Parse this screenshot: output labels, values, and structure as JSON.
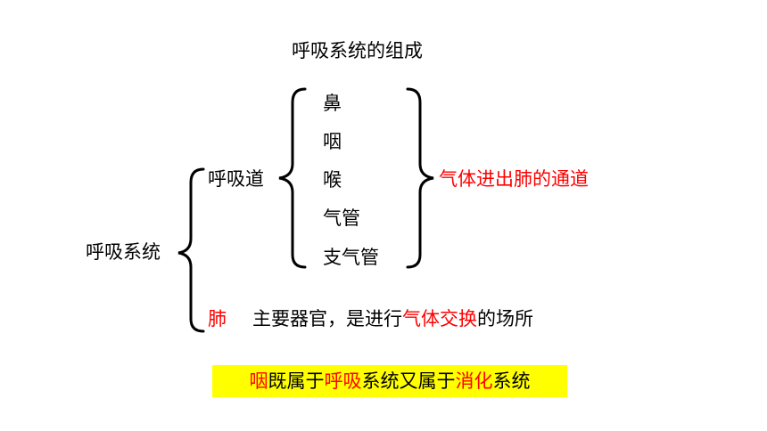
{
  "title": "呼吸系统的组成",
  "root": "呼吸系统",
  "airway": {
    "label": "呼吸道",
    "organs": [
      "鼻",
      "咽",
      "喉",
      "气管",
      "支气管"
    ],
    "function": "气体进出肺的通道"
  },
  "lung": {
    "label": "肺",
    "desc_before": "主要器官，是进行",
    "desc_highlight": "气体交换",
    "desc_after": "的场所"
  },
  "note": {
    "part1": "咽",
    "part2": "既属于",
    "part3": "呼吸",
    "part4": "系统又属于",
    "part5": "消化",
    "part6": "系统"
  },
  "colors": {
    "highlight": "#ff0000",
    "note_background": "#ffff00"
  }
}
